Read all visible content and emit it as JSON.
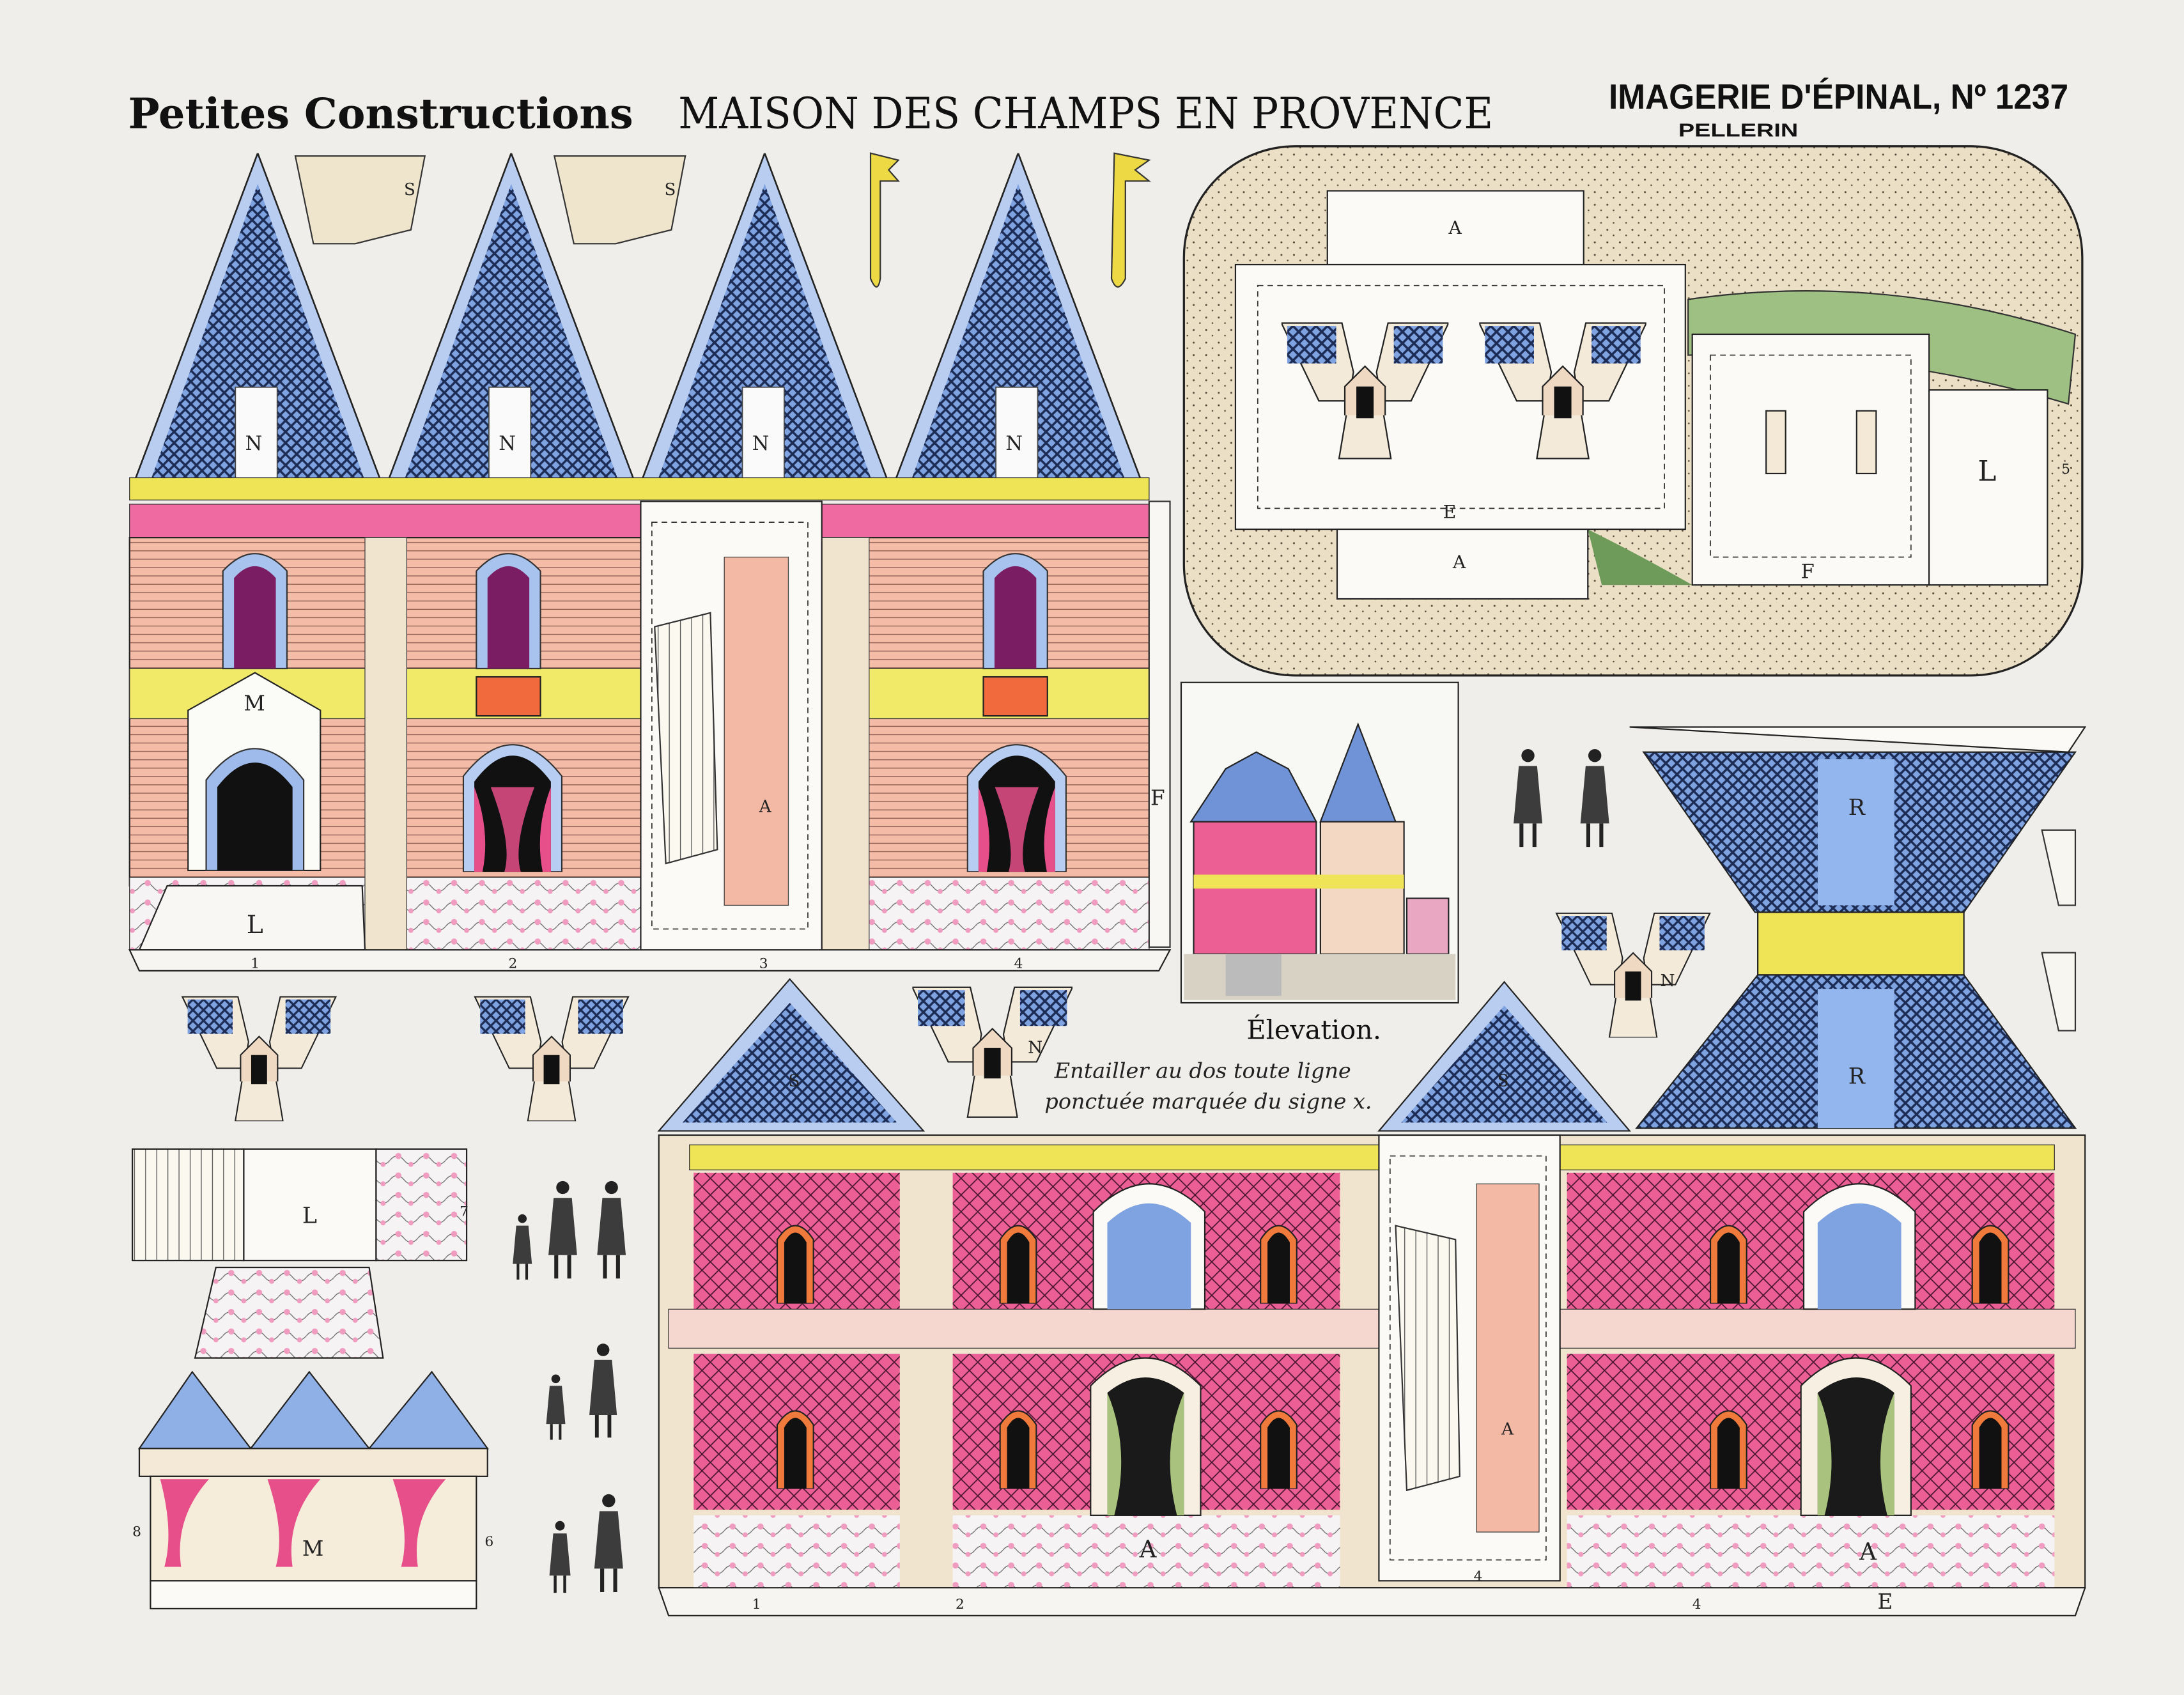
{
  "header": {
    "series": "Petites Constructions",
    "title": "MAISON DES CHAMPS EN PROVENCE",
    "publisher": "IMAGERIE D'ÉPINAL, Nº 1237",
    "printer": "PELLERIN"
  },
  "elevation": {
    "caption": "Élevation.",
    "instructions_line1": "Entailler au dos toute ligne",
    "instructions_line2": "ponctuée marquée du signe x."
  },
  "labels": {
    "N": "N",
    "S": "S",
    "M": "M",
    "L": "L",
    "A": "A",
    "E": "E",
    "F": "F",
    "R": "R",
    "n1": "1",
    "n2": "2",
    "n3": "3",
    "n4": "4",
    "n5": "5",
    "n6": "6",
    "n7": "7",
    "n8": "8"
  },
  "colors": {
    "paper": "#efeeea",
    "roof_blue": "#6f93d6",
    "facade_salmon": "#f4b9a4",
    "facade_pink": "#ec5f95",
    "band_yellow": "#efe455",
    "stipple": "#e7d9bf"
  }
}
